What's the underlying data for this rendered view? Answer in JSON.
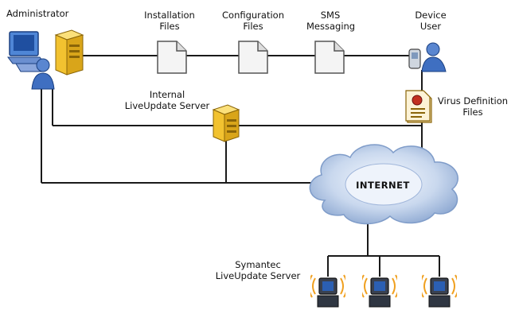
{
  "diagram": {
    "labels": {
      "administrator": "Administrator",
      "installation_files": "Installation\nFiles",
      "configuration_files": "Configuration\nFiles",
      "sms_messaging": "SMS\nMessaging",
      "device_user": "Device\nUser",
      "internal_liveupdate_server": "Internal\nLiveUpdate Server",
      "virus_definition_files": "Virus Definition\nFiles",
      "internet": "INTERNET",
      "symantec_liveupdate_server": "Symantec\nLiveUpdate Server"
    },
    "colors": {
      "line": "#1a1a1a",
      "cloud_light": "#eef3fb",
      "cloud_mid": "#b9cbe6",
      "cloud_dark": "#7f9cc9",
      "server_yellow": "#f2c230",
      "server_dark": "#b88a10",
      "person_blue": "#3f6fc1",
      "person_skin": "#3a5ea8",
      "monitor_blue": "#2b5fb3",
      "wifi_orange": "#f0a020"
    }
  }
}
